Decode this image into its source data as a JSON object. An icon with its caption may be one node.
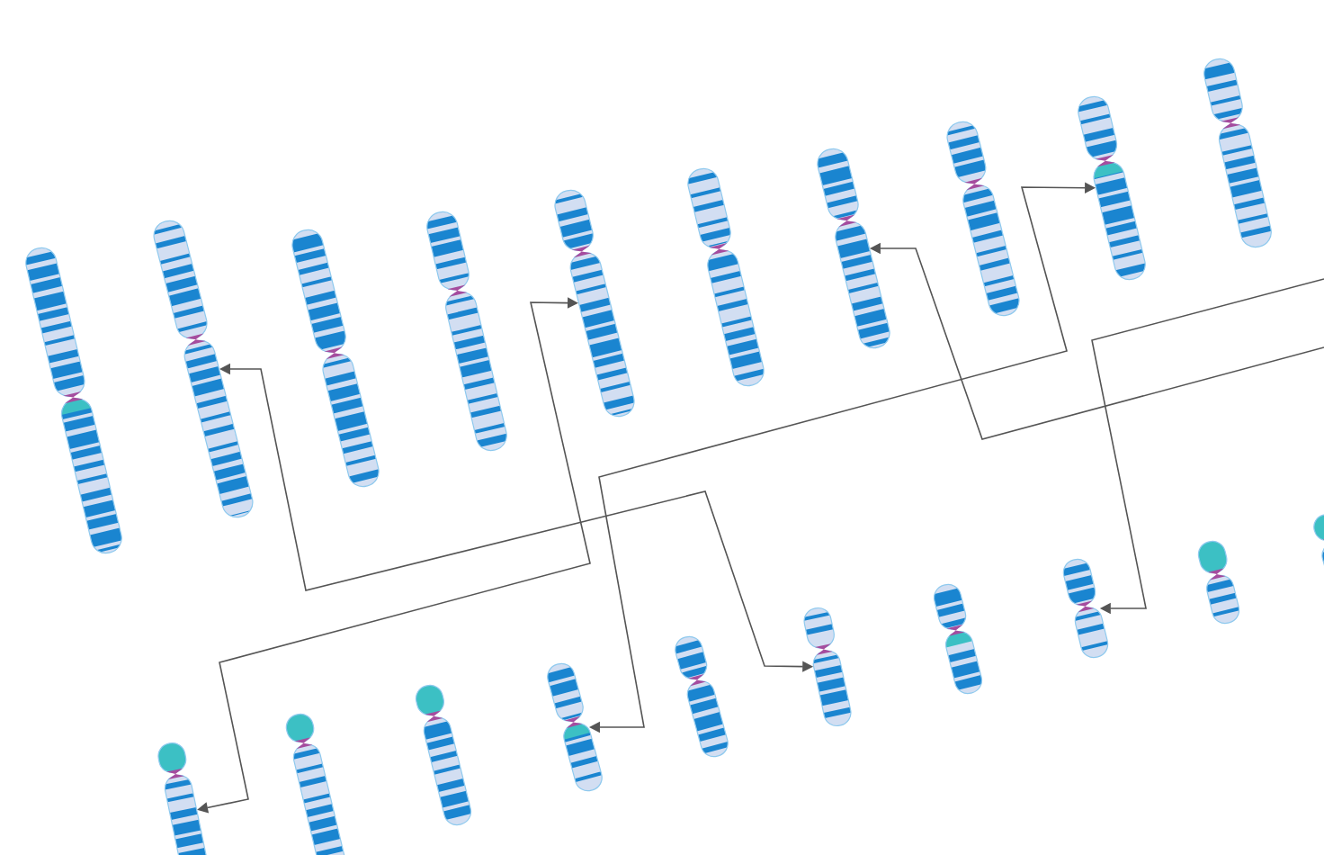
{
  "diagram": {
    "nodes": [
      {
        "text": [],
        "shape": "chromosome"
      },
      {
        "text": [],
        "shape": "chromosome"
      },
      {
        "text": [],
        "shape": "chromosome"
      },
      {
        "text": [],
        "shape": "chromosome"
      },
      {
        "text": [],
        "shape": "chromosome"
      },
      {
        "text": [],
        "shape": "chromosome"
      },
      {
        "text": [],
        "shape": "chromosome"
      },
      {
        "text": [],
        "shape": "chromosome"
      },
      {
        "text": [],
        "shape": "chromosome"
      },
      {
        "text": [],
        "shape": "chromosome"
      },
      {
        "text": [],
        "shape": "chromosome"
      },
      {
        "text": [],
        "shape": "chromosome"
      },
      {
        "text": [],
        "shape": "chromosome"
      },
      {
        "text": [],
        "shape": "chromosome"
      },
      {
        "text": [],
        "shape": "chromosome"
      },
      {
        "text": [],
        "shape": "chromosome"
      },
      {
        "text": [],
        "shape": "chromosome"
      },
      {
        "text": [],
        "shape": "chromosome"
      },
      {
        "text": [],
        "shape": "chromosome"
      },
      {
        "text": [],
        "shape": "chromosome"
      }
    ],
    "edges": [
      {
        "from": 1,
        "to": 15,
        "arrow": "both"
      },
      {
        "from": 4,
        "to": 10,
        "arrow": "both"
      },
      {
        "from": 8,
        "to": 13,
        "arrow": "both"
      },
      {
        "from": null,
        "to": 6,
        "arrow": "to"
      },
      {
        "from": null,
        "to": 17,
        "arrow": "to"
      }
    ]
  }
}
